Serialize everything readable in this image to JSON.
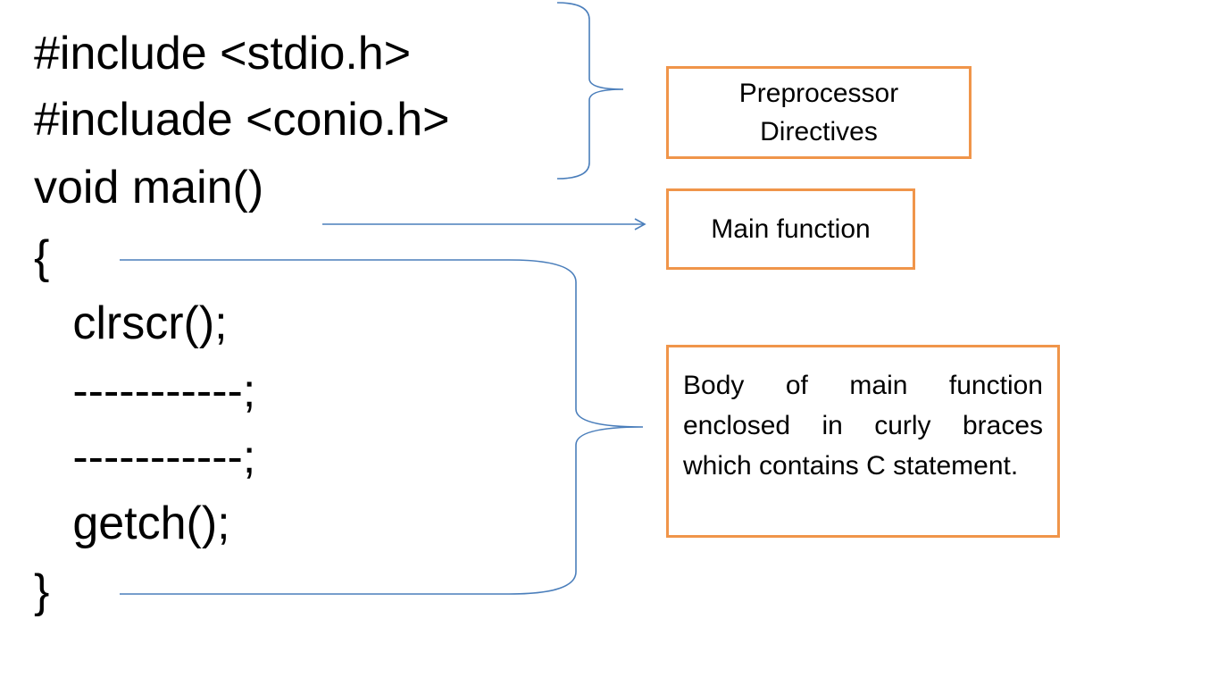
{
  "code": {
    "lines": [
      "#include <stdio.h>",
      "#incluade <conio.h>",
      "void main()",
      "{",
      "   clrscr();",
      "   -----------;",
      "   -----------;",
      "   getch();",
      "}"
    ]
  },
  "annotations": {
    "preprocessor_line1": "Preprocessor",
    "preprocessor_line2": "Directives",
    "main_function": "Main function",
    "body": "Body of main function enclosed in curly braces which contains C statement."
  },
  "colors": {
    "box_border": "#f0954a",
    "connector": "#4a7ebb",
    "text": "#000000"
  }
}
